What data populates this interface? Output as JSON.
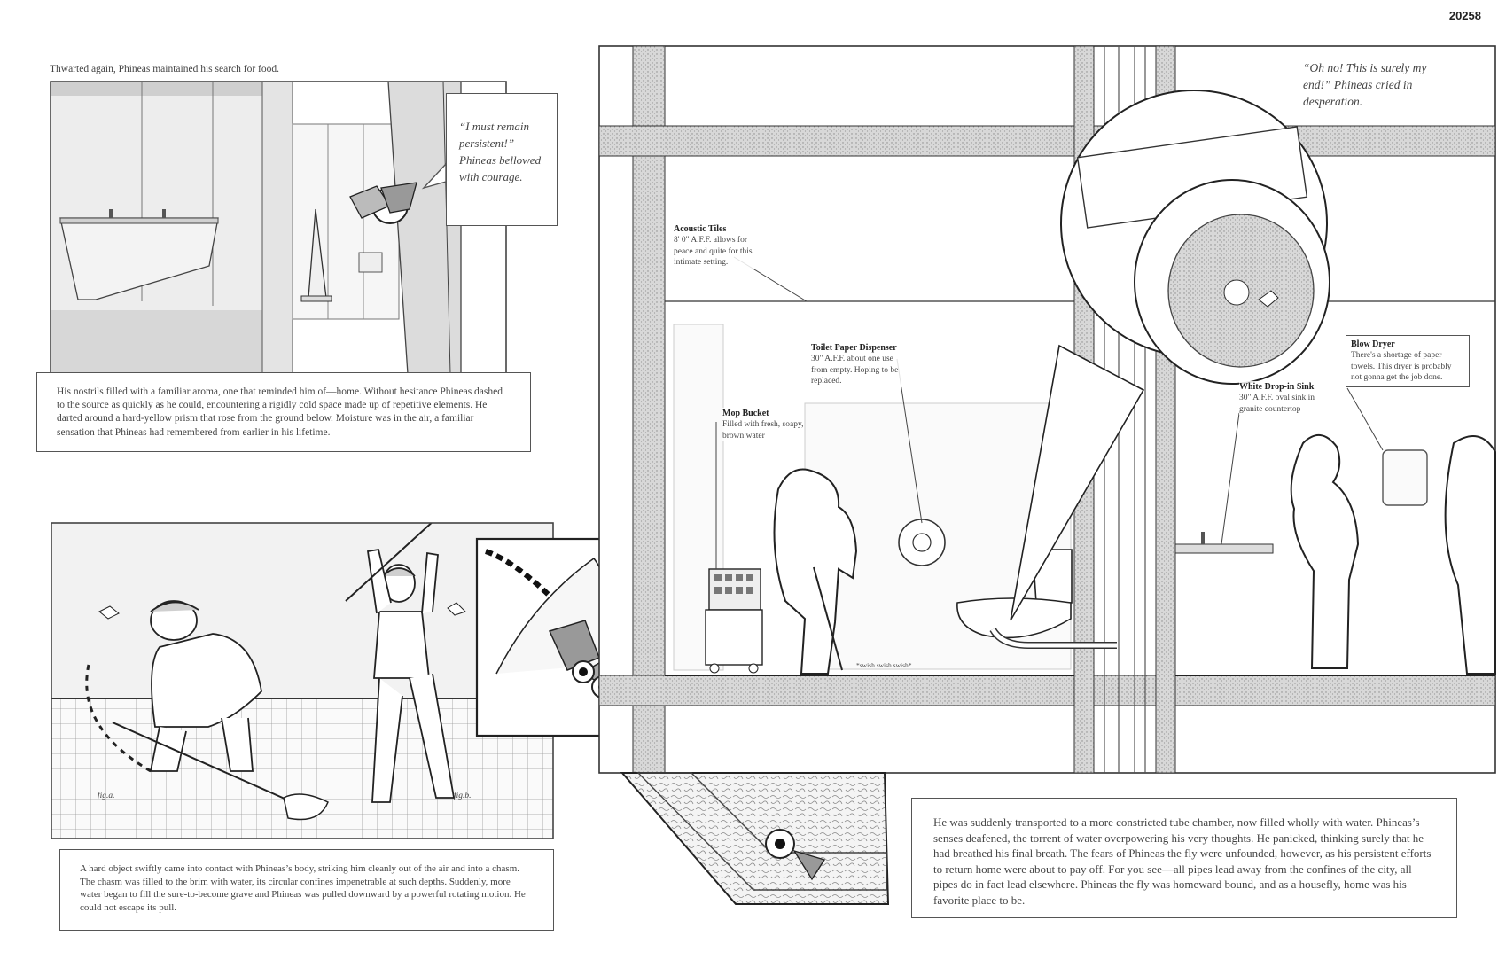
{
  "sheet_number": "20258",
  "panel1": {
    "caption": "Thwarted again, Phineas maintained his search for food.",
    "speech": "“I must remain persistent!” Phineas bellowed with courage.",
    "narration": "His nostrils filled with a familiar aroma, one that reminded him of—home.  Without hesitance Phineas dashed to the source as quickly as he could, encountering a rigidly cold space made up of repetitive elements.  He darted around a hard-yellow prism that rose from the ground below.  Moisture was in the air, a familiar sensation that Phineas had remembered from earlier in his lifetime."
  },
  "panel2": {
    "fig_a": "fig.a.",
    "fig_b": "fig.b.",
    "narration": "A hard object swiftly came into contact with Phineas’s body, striking him cleanly out of the air and into a chasm.  The chasm was filled to the brim with water, its circular confines impenetrable at such depths.  Suddenly, more water began to fill the sure-to-become grave and Phineas was pulled downward by a powerful rotating motion.  He could not escape its pull."
  },
  "section": {
    "speech": "“Oh no!  This is surely my end!” Phineas cried in desperation.",
    "swish": "*swish swish swish*",
    "labels": {
      "acoustic_title": "Acoustic Tiles",
      "acoustic_body": "8' 0\" A.F.F. allows for peace and quite for this intimate setting.",
      "tp_title": "Toilet Paper Dispenser",
      "tp_body": "30\" A.F.F. about one use from empty. Hoping to be replaced.",
      "mop_title": "Mop Bucket",
      "mop_body": "Filled with fresh, soapy, brown water",
      "sink_title": "White Drop-in Sink",
      "sink_body": "30\" A.F.F. oval sink in granite countertop",
      "dryer_title": "Blow Dryer",
      "dryer_body": "There's a shortage of paper towels.  This dryer is probably not gonna get the job done."
    },
    "narration": "He was suddenly transported to a more constricted tube chamber, now filled wholly with water.  Phineas’s senses deafened, the torrent of water overpowering his very thoughts.  He panicked, thinking surely that he had breathed his final breath.   The fears of Phineas the fly were unfounded, however, as his persistent efforts to return home were about to pay off.   For you see—all pipes lead away from the confines of the city, all pipes do in fact lead elsewhere.  Phineas the fly was homeward bound, and as a housefly, home was his favorite place to be."
  }
}
